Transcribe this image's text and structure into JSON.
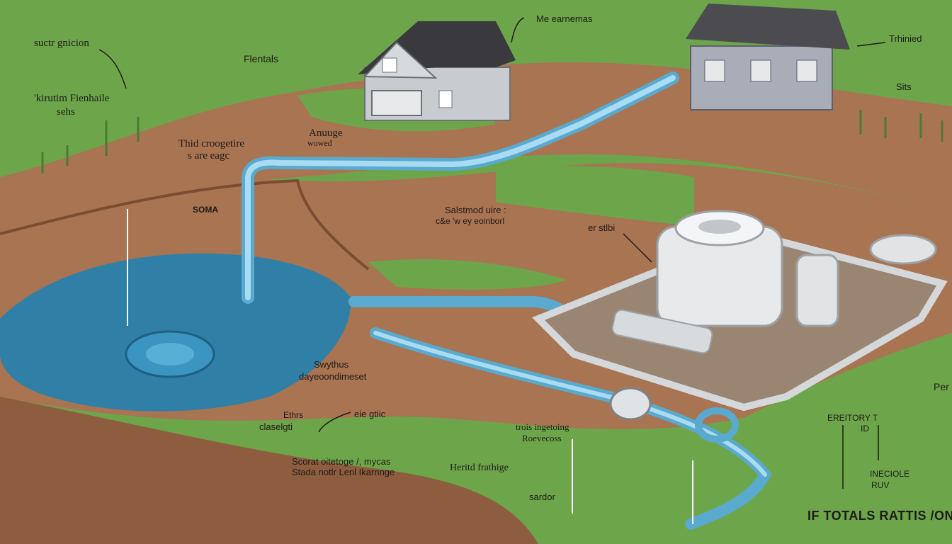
{
  "labels": {
    "top_left": "suctr gnicion",
    "top_left_2": "'kirutim Fienhaile",
    "top_left_3": "sehs",
    "flentals": "Flentals",
    "me_earnemas": "Me earnemas",
    "trhinied": "Trhinied",
    "sits": "Sits",
    "third_line_1": "Thid croogetire",
    "third_line_2": "s are eagc",
    "andue_1": "Anuuge",
    "andue_2": "wowed",
    "soma": "SOMA",
    "salstmod_1": "Salstmod uire :",
    "salstmod_2": "c&e 'w ey eoinborl",
    "er_stlbi": "er stlbi",
    "swythus_1": "Swythus",
    "swythus_2": "dayeoondimeset",
    "ethrs_1": "Ethrs",
    "ethrs_2": "claselgti",
    "eie_gtiic": "eie gtiic",
    "scrat_1": "Scorat oitetoge /, mycas",
    "scrat_2": "Stada notlr Lenl Ikarnnge",
    "trois_1": "trois ingetoing",
    "trois_2": "Roevecoss",
    "heritd_frathige": "Heritd frathige",
    "sardor": "sardor",
    "per": "Per",
    "ereetory_1": "EREITORY T",
    "ereetory_2": "ID",
    "ineciele_1": "INECIOLE",
    "ineciele_2": "RUV",
    "bottom_right": "IF TOTALS RATTIS /ON"
  },
  "colors": {
    "grass": "#6da64a",
    "soil": "#a87452",
    "soil_dark": "#8e5d3f",
    "water": "#2f7fa6",
    "pipe": "#8ecae6",
    "house": "#c8cbd0",
    "roof": "#3a3a3e",
    "tank": "#e8e9ea"
  }
}
